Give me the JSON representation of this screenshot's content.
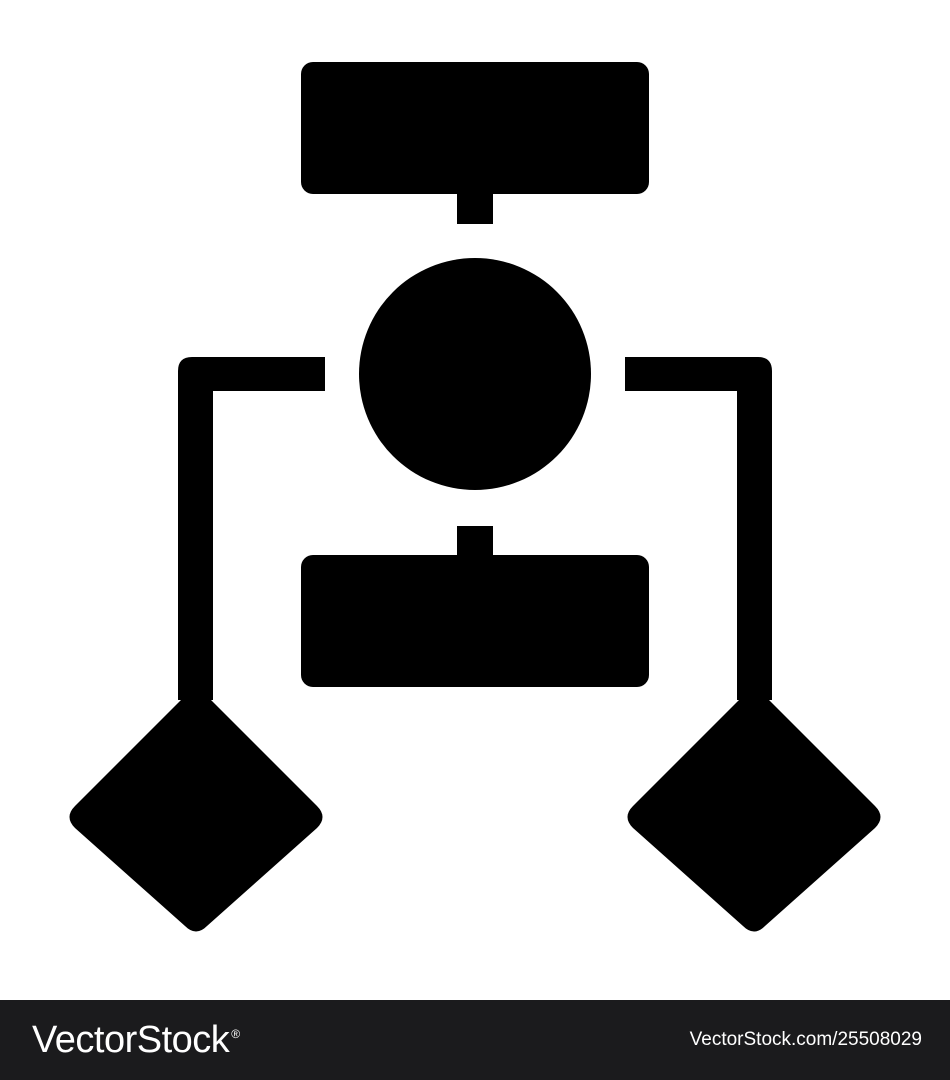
{
  "diagram": {
    "ink_color": "#000000",
    "background_color": "#ffffff",
    "icon": "flowchart-icon",
    "shapes": [
      {
        "name": "top-process-box",
        "kind": "rounded-rectangle"
      },
      {
        "name": "center-decision-circle",
        "kind": "circle"
      },
      {
        "name": "bottom-process-box",
        "kind": "rounded-rectangle"
      },
      {
        "name": "left-diamond",
        "kind": "diamond"
      },
      {
        "name": "right-diamond",
        "kind": "diamond"
      }
    ]
  },
  "footer": {
    "background_color": "#1b1b1d",
    "brand_name": "VectorStock",
    "brand_registered": "®",
    "stock_id": "VectorStock.com/25508029"
  }
}
